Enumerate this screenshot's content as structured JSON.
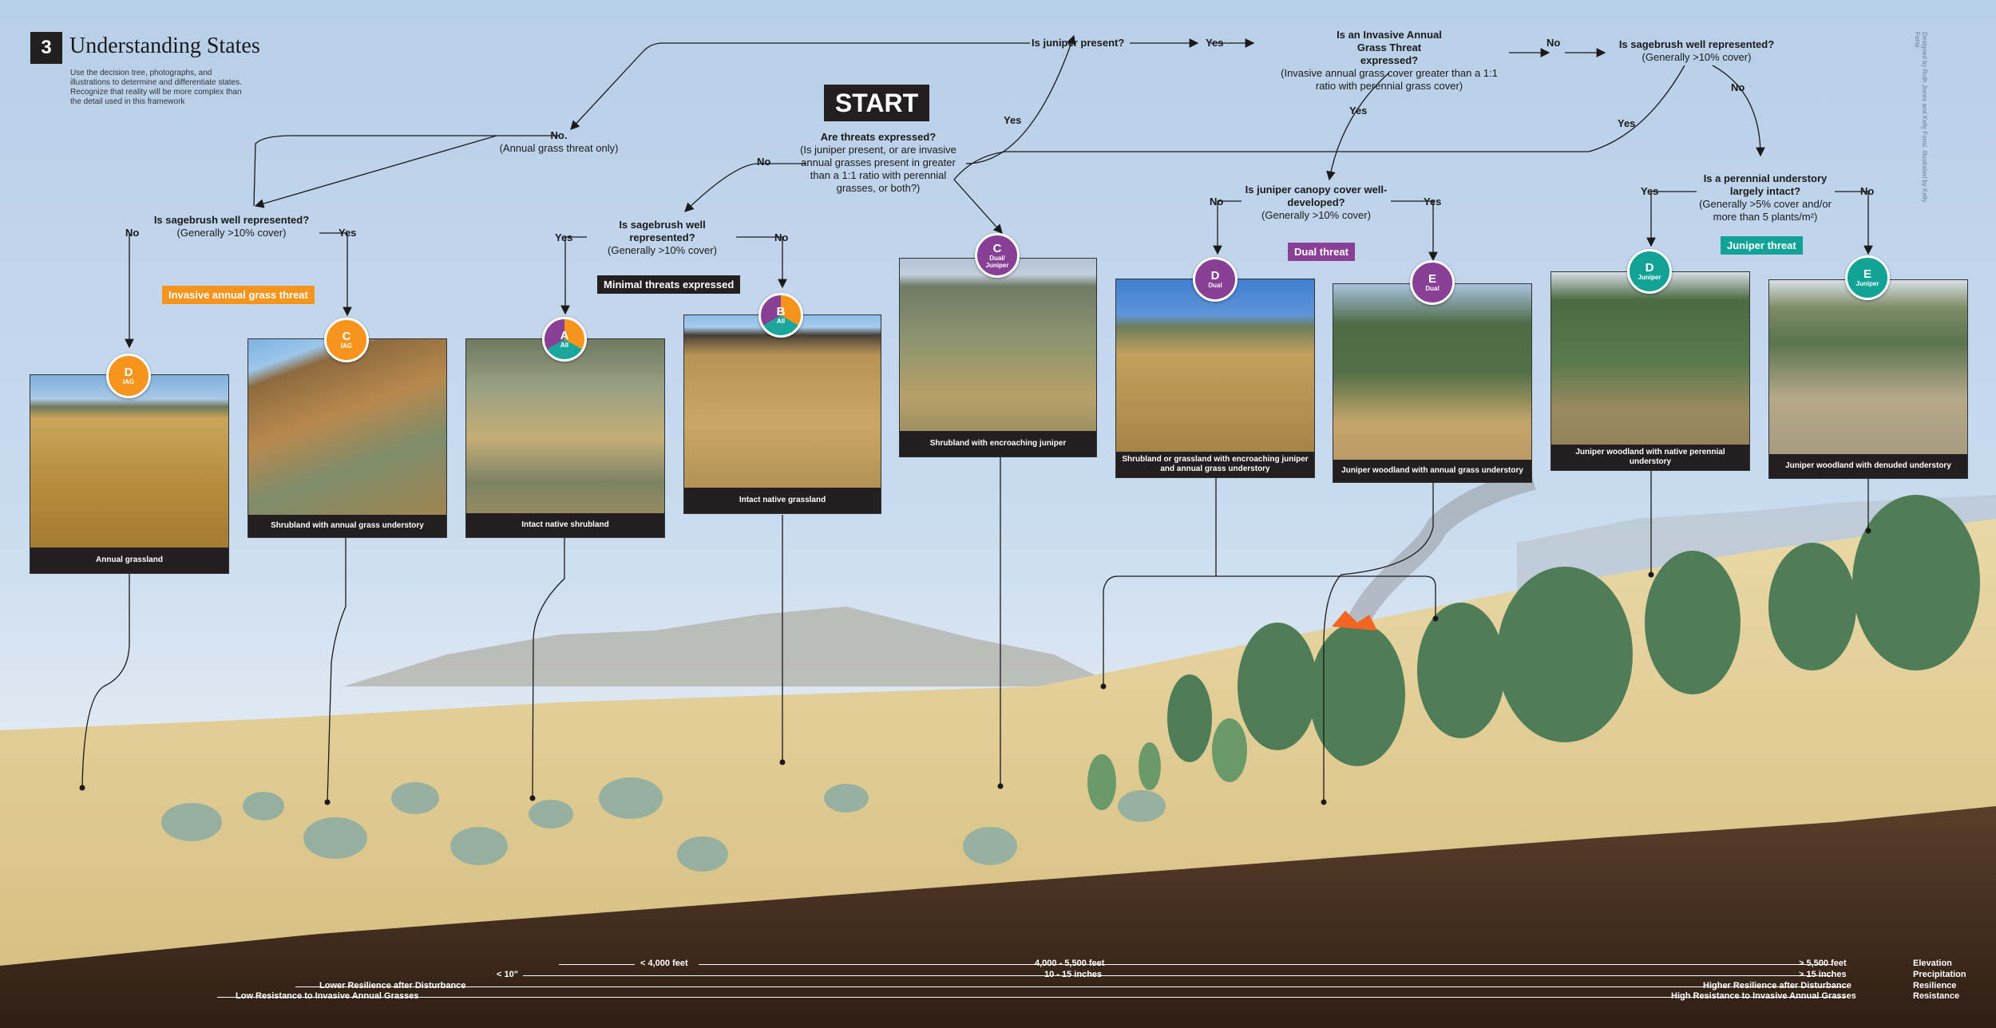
{
  "header": {
    "number": "3",
    "title": "Understanding States",
    "intro": "Use the decision tree, photographs, and illustrations to determine and differentiate states. Recognize that reality will be more complex than the detail used in this framework"
  },
  "credit": "Designed by Ruth Jones and Kelly Fonsi. Illustrated by Kelly Fonsi",
  "start": {
    "label": "START",
    "question": "Are threats expressed?",
    "detail": "(Is juniper present, or are invasive annual grasses present in greater than a 1:1 ratio with perennial grasses, or both?)"
  },
  "questions": {
    "juniper_present": "Is juniper present?",
    "iag_title": "Is an Invasive Annual Grass Threat expressed?",
    "iag_detail": "(Invasive annual grass cover greater than a 1:1 ratio with perennial grass cover)",
    "sage_title": "Is sagebrush well represented?",
    "sage_detail": "(Generally >10% cover)",
    "no_annual_title": "No.",
    "no_annual_detail": "(Annual grass threat only)",
    "canopy_title": "Is juniper canopy cover well-developed?",
    "canopy_detail": "(Generally >10% cover)",
    "perennial_title": "Is a perennial understory largely intact?",
    "perennial_detail": "(Generally >5% cover and/or more than 5 plants/m²)"
  },
  "answers": {
    "yes": "Yes",
    "no": "No"
  },
  "tags": {
    "iag": "Invasive annual grass threat",
    "minimal": "Minimal threats expressed",
    "dual": "Dual threat",
    "juniper": "Juniper threat"
  },
  "colors": {
    "iag": "#f7941d",
    "all_purple": "#8a3f97",
    "all_teal": "#1aa69a",
    "dual": "#8a3f97",
    "juniper": "#12a396",
    "tag_minimal": "#231f20"
  },
  "states": [
    {
      "letter": "D",
      "sub": "IAG",
      "caption": "Annual grassland"
    },
    {
      "letter": "C",
      "sub": "IAG",
      "caption": "Shrubland with annual grass understory"
    },
    {
      "letter": "A",
      "sub": "All",
      "caption": "Intact native shrubland"
    },
    {
      "letter": "B",
      "sub": "All",
      "caption": "Intact native grassland"
    },
    {
      "letter": "C",
      "sub": "Dual/ Juniper",
      "caption": "Shrubland with encroaching juniper"
    },
    {
      "letter": "D",
      "sub": "Dual",
      "caption": "Shrubland or grassland with encroaching juniper and annual grass understory"
    },
    {
      "letter": "E",
      "sub": "Dual",
      "caption": "Juniper woodland with annual grass understory"
    },
    {
      "letter": "D",
      "sub": "Juniper",
      "caption": "Juniper woodland with native perennial understory"
    },
    {
      "letter": "E",
      "sub": "Juniper",
      "caption": "Juniper woodland with denuded understory"
    }
  ],
  "gradients": {
    "elev_low": "< 4,000 feet",
    "elev_mid": "4,000 - 5,500 feet",
    "elev_high": "> 5,500 feet",
    "elev_label": "Elevation",
    "precip_low": "< 10\"",
    "precip_mid": "10 - 15 inches",
    "precip_high": "> 15 inches",
    "precip_label": "Precipitation",
    "res_low": "Lower Resilience after Disturbance",
    "res_high": "Higher Resilience after Disturbance",
    "res_label": "Resilience",
    "rst_low": "Low Resistance to Invasive Annual Grasses",
    "rst_high": "High Resistance to Invasive Annual Grasses",
    "rst_label": "Resistance"
  }
}
